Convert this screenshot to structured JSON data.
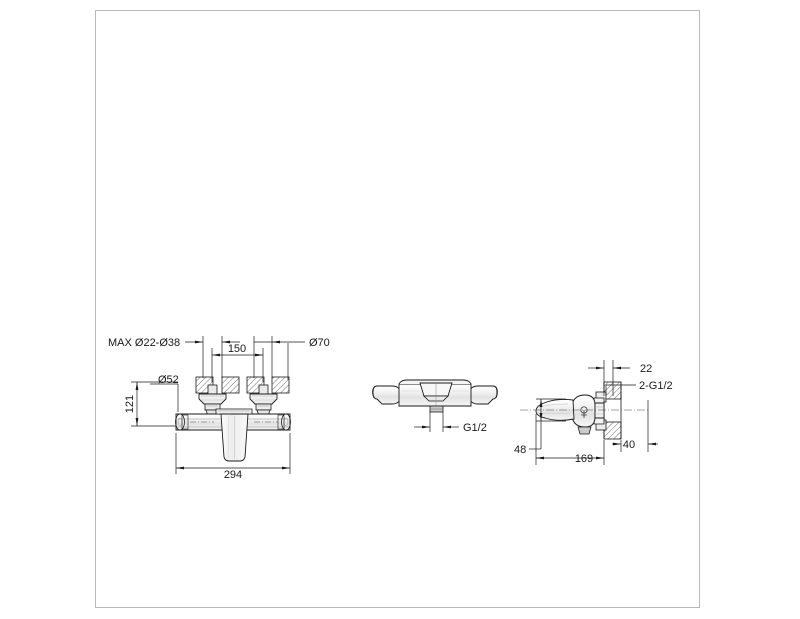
{
  "page": {
    "title": "Bath mixer technical dimension drawing",
    "background_color": "#ffffff",
    "frame_color": "#b9b9b9",
    "line_color": "#1a1a1a",
    "hatch_color": "#555555"
  },
  "views": {
    "front": {
      "name": "front-elevation-view",
      "labels": {
        "max_inlet": "MAX Ø22-Ø38",
        "escutcheon_dia": "Ø70",
        "body_dia": "Ø52",
        "center_distance": "150",
        "height": "121",
        "overall_width": "294"
      }
    },
    "top": {
      "name": "top-plan-view",
      "labels": {
        "outlet_thread": "G1/2"
      }
    },
    "side": {
      "name": "side-elevation-view",
      "labels": {
        "inlet_projection": "22",
        "inlet_threads": "2-G1/2",
        "spout_height": "48",
        "spout_projection": "169",
        "wall_offset": "40"
      }
    }
  }
}
